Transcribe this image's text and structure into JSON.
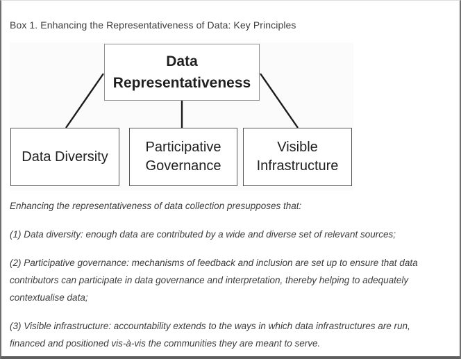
{
  "header": {
    "title": "Box 1. Enhancing the Representativeness of Data: Key Principles"
  },
  "diagram": {
    "type": "hierarchy",
    "root_label": "Data Representativeness",
    "nodes": [
      {
        "label": "Data Diversity"
      },
      {
        "label": "Participative Governance"
      },
      {
        "label": "Visible Infrastructure"
      }
    ]
  },
  "body": {
    "intro": "Enhancing the representativeness of data collection presupposes that:",
    "principles": [
      {
        "text": "(1) Data diversity: enough data are contributed by a wide and diverse set of relevant sources;"
      },
      {
        "text": "(2) Participative governance: mechanisms of feedback and inclusion are set up to ensure that data contributors can participate in data governance and interpretation, thereby helping to adequately contextualise data;"
      },
      {
        "text": "(3) Visible infrastructure: accountability extends to the ways in which data infrastructures are run, financed and positioned vis-à-vis the communities they are meant to serve."
      }
    ]
  },
  "colors": {
    "side_border": "#6e6e6e",
    "bottom_bar": "#5f5f5f",
    "text": "#3d3d3d",
    "panel_bg": "#fbfbfb",
    "connector_line": "#1b1b1b",
    "root_box_border": "#8f8f8f",
    "child_box_border": "#555555"
  }
}
